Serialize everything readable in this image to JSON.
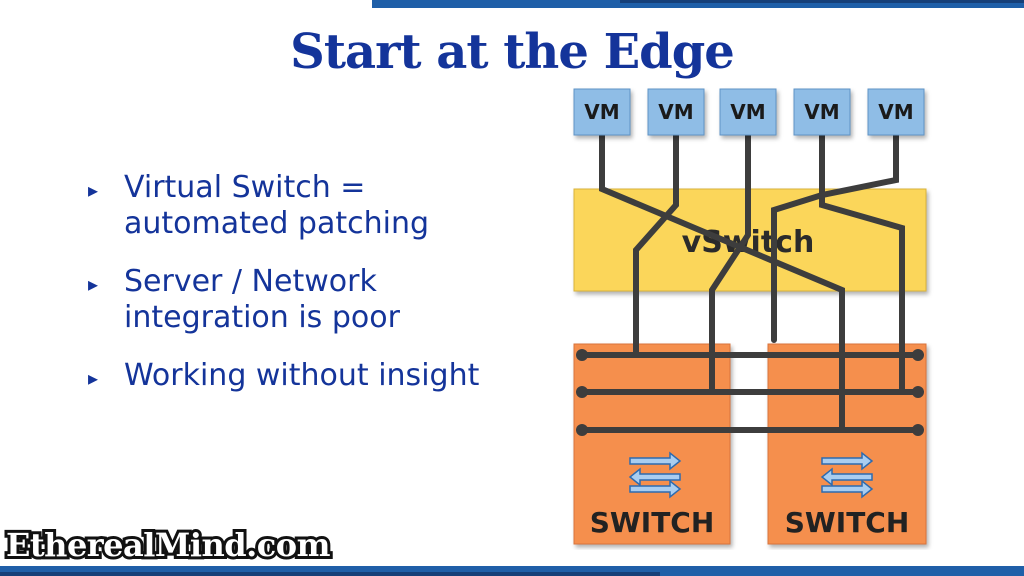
{
  "title": "Start at the Edge",
  "bullets": [
    "Virtual Switch = automated patching",
    "Server / Network integration is poor",
    "Working without insight"
  ],
  "diagram": {
    "vms": [
      "VM",
      "VM",
      "VM",
      "VM",
      "VM"
    ],
    "vswitch_label": "vSwitch",
    "switches": [
      "SWITCH",
      "SWITCH"
    ]
  },
  "brand": "EtherealMind.com",
  "colors": {
    "title": "#14349a",
    "vm_fill": "#8fbde6",
    "vswitch_fill": "#fbd65a",
    "switch_fill": "#f58f4e",
    "wire": "#3d3d3d",
    "accent_bar": "#1f5fa8"
  }
}
